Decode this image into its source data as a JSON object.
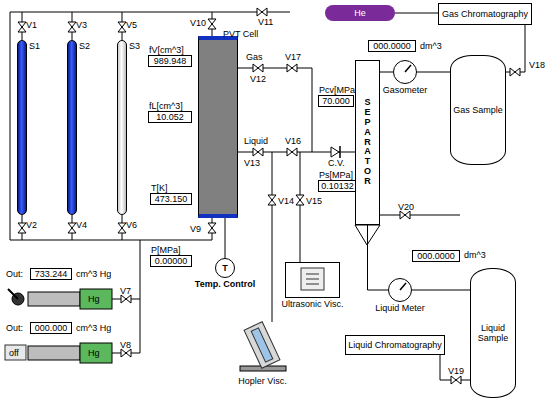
{
  "diagram": {
    "nodes": [
      {
        "text": [
          "S1"
        ]
      },
      {
        "text": [
          "S2"
        ]
      },
      {
        "text": [
          "S3"
        ]
      },
      {
        "text": [
          "PVT Cell"
        ]
      },
      {
        "text": [
          "fV[cm^3]",
          "989.948"
        ]
      },
      {
        "text": [
          "fL[cm^3]",
          "10.052"
        ]
      },
      {
        "text": [
          "T[K]",
          "473.150"
        ]
      },
      {
        "text": [
          "P[MPa]",
          "0.00000"
        ]
      },
      {
        "text": [
          "733.244"
        ]
      },
      {
        "text": [
          "000.000"
        ]
      },
      {
        "text": [
          "T",
          "Temp. Control"
        ]
      },
      {
        "text": [
          "Hopler Visc."
        ]
      },
      {
        "text": [
          "Ultrasonic Visc."
        ]
      },
      {
        "text": [
          "Pcv[MPa]",
          "70.000"
        ]
      },
      {
        "text": [
          "Ps[MPa]",
          "0.10132"
        ]
      },
      {
        "text": [
          "SEPARATOR"
        ]
      },
      {
        "text": [
          "He"
        ]
      },
      {
        "text": [
          "Gas Chromatography"
        ]
      },
      {
        "text": [
          "000.0000"
        ]
      },
      {
        "text": [
          "Gasometer"
        ]
      },
      {
        "text": [
          "Gas Sample"
        ]
      },
      {
        "text": [
          "000.0000"
        ]
      },
      {
        "text": [
          "Liquid Meter"
        ]
      },
      {
        "text": [
          "Liquid Chromatography"
        ]
      },
      {
        "text": [
          "Liquid Sample"
        ]
      }
    ],
    "edges": [
      {
        "from": 16,
        "to": 17,
        "arrow": "none"
      },
      {
        "from": 15,
        "to": 19,
        "arrow": "none"
      },
      {
        "from": 19,
        "to": 20,
        "arrow": "none"
      },
      {
        "from": 15,
        "to": 22,
        "arrow": "none"
      },
      {
        "from": 22,
        "to": 24,
        "arrow": "none"
      },
      {
        "from": 10,
        "to": 3,
        "arrow": "none"
      }
    ],
    "labels": [
      "V1",
      "V2",
      "V3",
      "V4",
      "V5",
      "V6",
      "V7",
      "V8",
      "V9",
      "V10",
      "V11",
      "V12",
      "V13",
      "V14",
      "V15",
      "V16",
      "V17",
      "V18",
      "V19",
      "V20",
      "Gas",
      "Liquid",
      "C.V.",
      "Out:",
      "cm^3 Hg",
      "Hg",
      "Out:",
      "cm^3 Hg",
      "Hg",
      "off",
      "dm^3",
      "dm^3"
    ]
  }
}
